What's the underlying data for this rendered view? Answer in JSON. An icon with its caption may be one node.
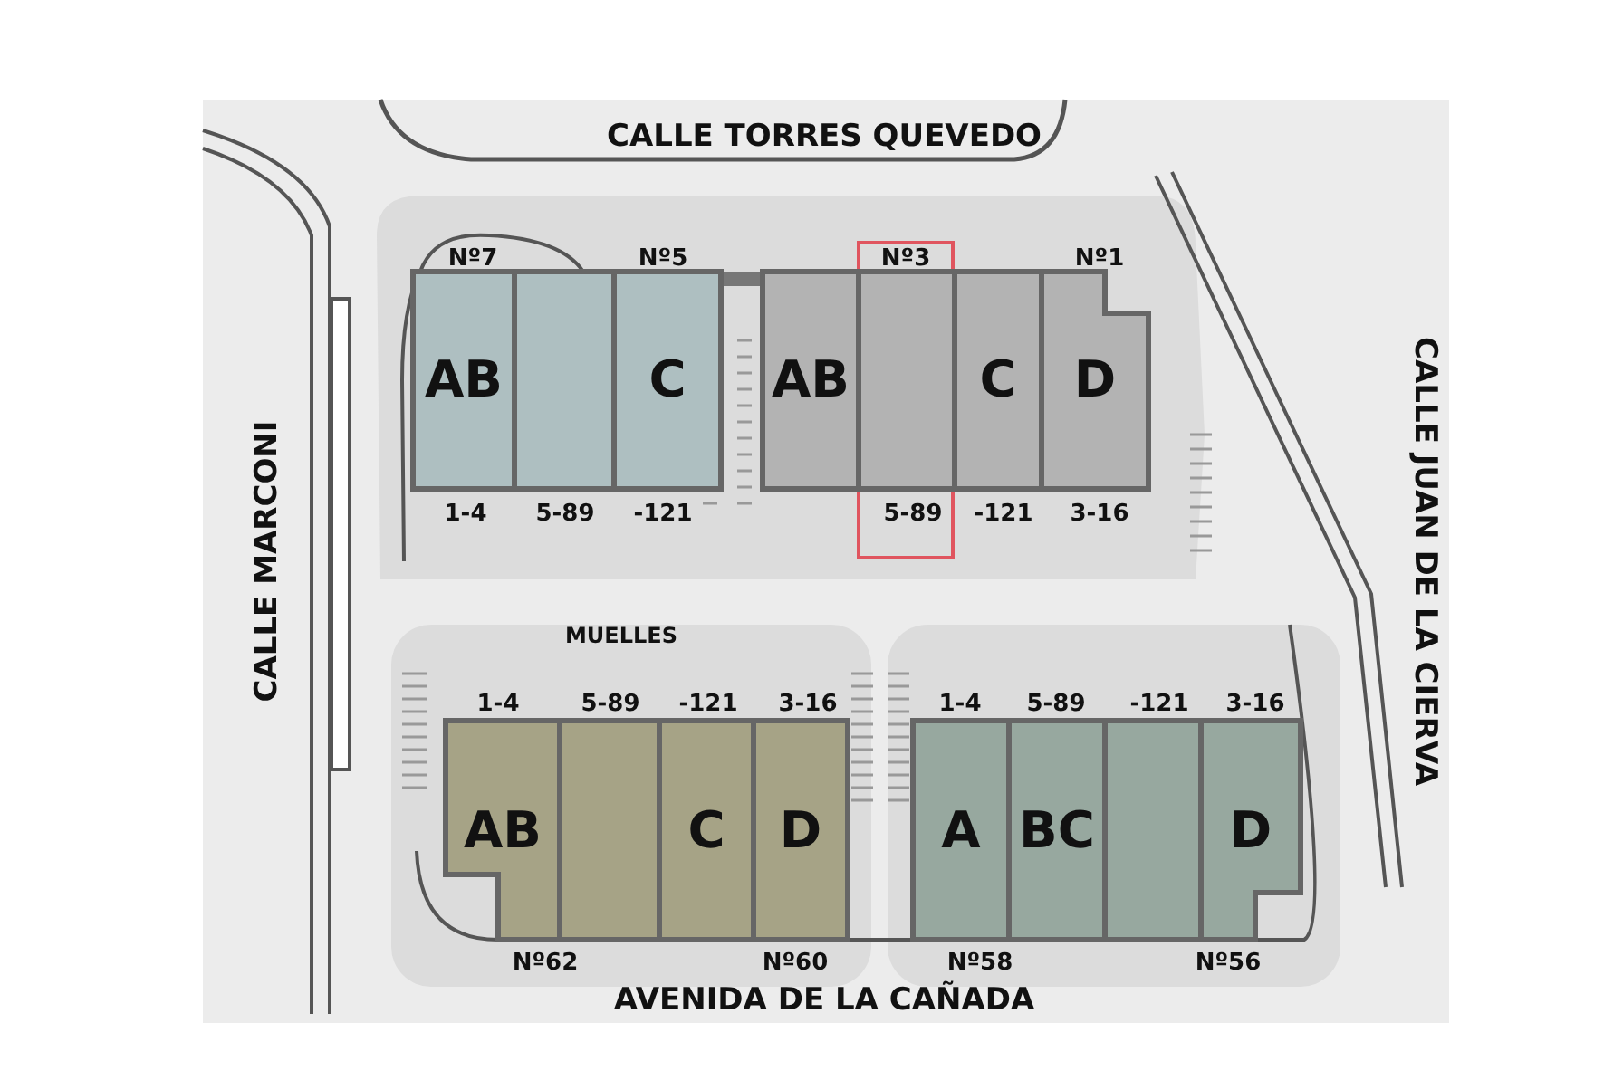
{
  "diagram": {
    "nodes": [
      {
        "text": [
          "AB"
        ]
      },
      {
        "text": [],
        "shape": "box"
      },
      {
        "text": [
          "C"
        ]
      },
      {
        "text": [
          "AB"
        ]
      },
      {
        "text": [],
        "shape": "box",
        "in": 15
      },
      {
        "text": [
          "C"
        ]
      },
      {
        "text": [
          "D"
        ]
      },
      {
        "text": [
          "AB"
        ]
      },
      {
        "text": [],
        "shape": "box"
      },
      {
        "text": [
          "C"
        ]
      },
      {
        "text": [
          "D"
        ]
      },
      {
        "text": [
          "A"
        ]
      },
      {
        "text": [
          "BC"
        ]
      },
      {
        "text": [],
        "shape": "box"
      },
      {
        "text": [
          "D"
        ]
      },
      {
        "text": [],
        "shape": "box"
      }
    ],
    "labels": [
      "CALLE TORRES QUEVEDO",
      "Nº7",
      "Nº5",
      "Nº3",
      "Nº1",
      "CALLE MARCONI",
      "CALLE JUAN DE LA CIERVA",
      "1-4",
      "5-89",
      "-121",
      "5-89",
      "-121",
      "3-16",
      "MUELLES",
      "1-4",
      "5-89",
      "-121",
      "3-16",
      "1-4",
      "5-89",
      "-121",
      "3-16",
      "Nº62",
      "Nº60",
      "Nº58",
      "Nº56",
      "AVENIDA DE LA CAÑADA"
    ]
  }
}
